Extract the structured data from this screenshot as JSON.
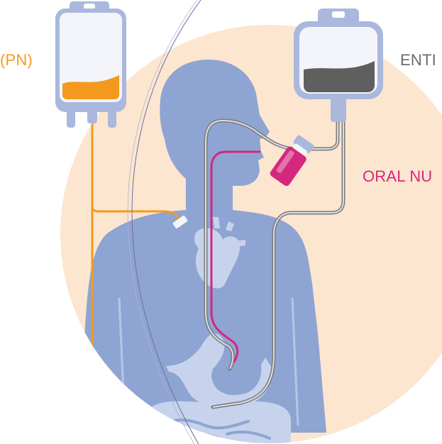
{
  "labels": {
    "parenteral": "(PN)",
    "enteral": "ENTI",
    "oral": "ORAL NU"
  },
  "colors": {
    "background_circle": "#FCE6CF",
    "body": "#8EA4D2",
    "body_light": "#B7C6E3",
    "organ_fill": "#C7D3EC",
    "bag_frame": "#A9B8DC",
    "bag_inner": "#F3F5FB",
    "pn_fluid": "#F39A1E",
    "pn_text": "#F39A1E",
    "enteral_fluid": "#5F5F5F",
    "enteral_text": "#6B6B6B",
    "tube_gray": "#7A7A7A",
    "oral_accent": "#D4287E",
    "oral_text": "#D4287E"
  }
}
